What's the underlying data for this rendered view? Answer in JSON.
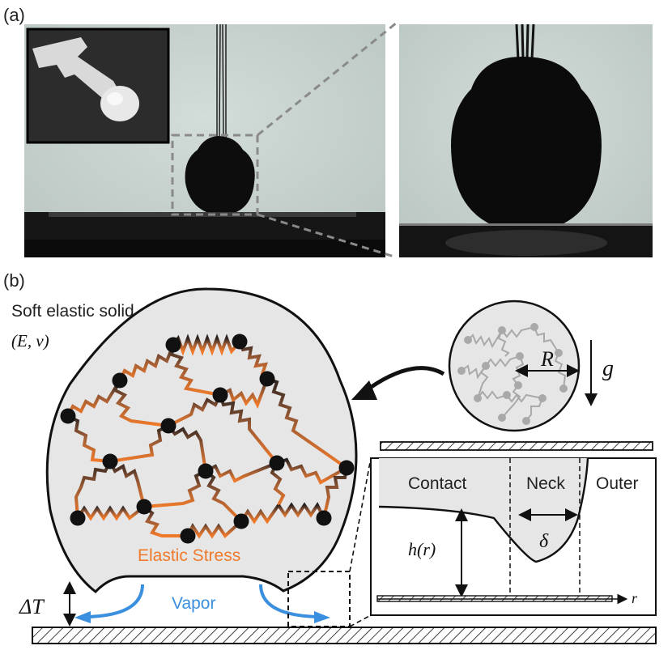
{
  "panel_a": {
    "label": "(a)"
  },
  "panel_b": {
    "label": "(b)",
    "solid_title": "Soft elastic solid",
    "solid_params": "(E, ν)",
    "stress_label": "Elastic Stress",
    "vapor_label": "Vapor",
    "delta_t_label": "ΔT",
    "radius_label": "R",
    "gravity_label": "g",
    "inset": {
      "contact_label": "Contact",
      "neck_label": "Neck",
      "outer_label": "Outer",
      "height_label": "h(r)",
      "delta_label": "δ",
      "r_axis_label": "r"
    }
  },
  "colors": {
    "solid_fill": "#e6e6e6",
    "stress_orange": "#f07a2a",
    "vapor_blue": "#3a8fde",
    "photo_bg": "#c9d3cf"
  }
}
